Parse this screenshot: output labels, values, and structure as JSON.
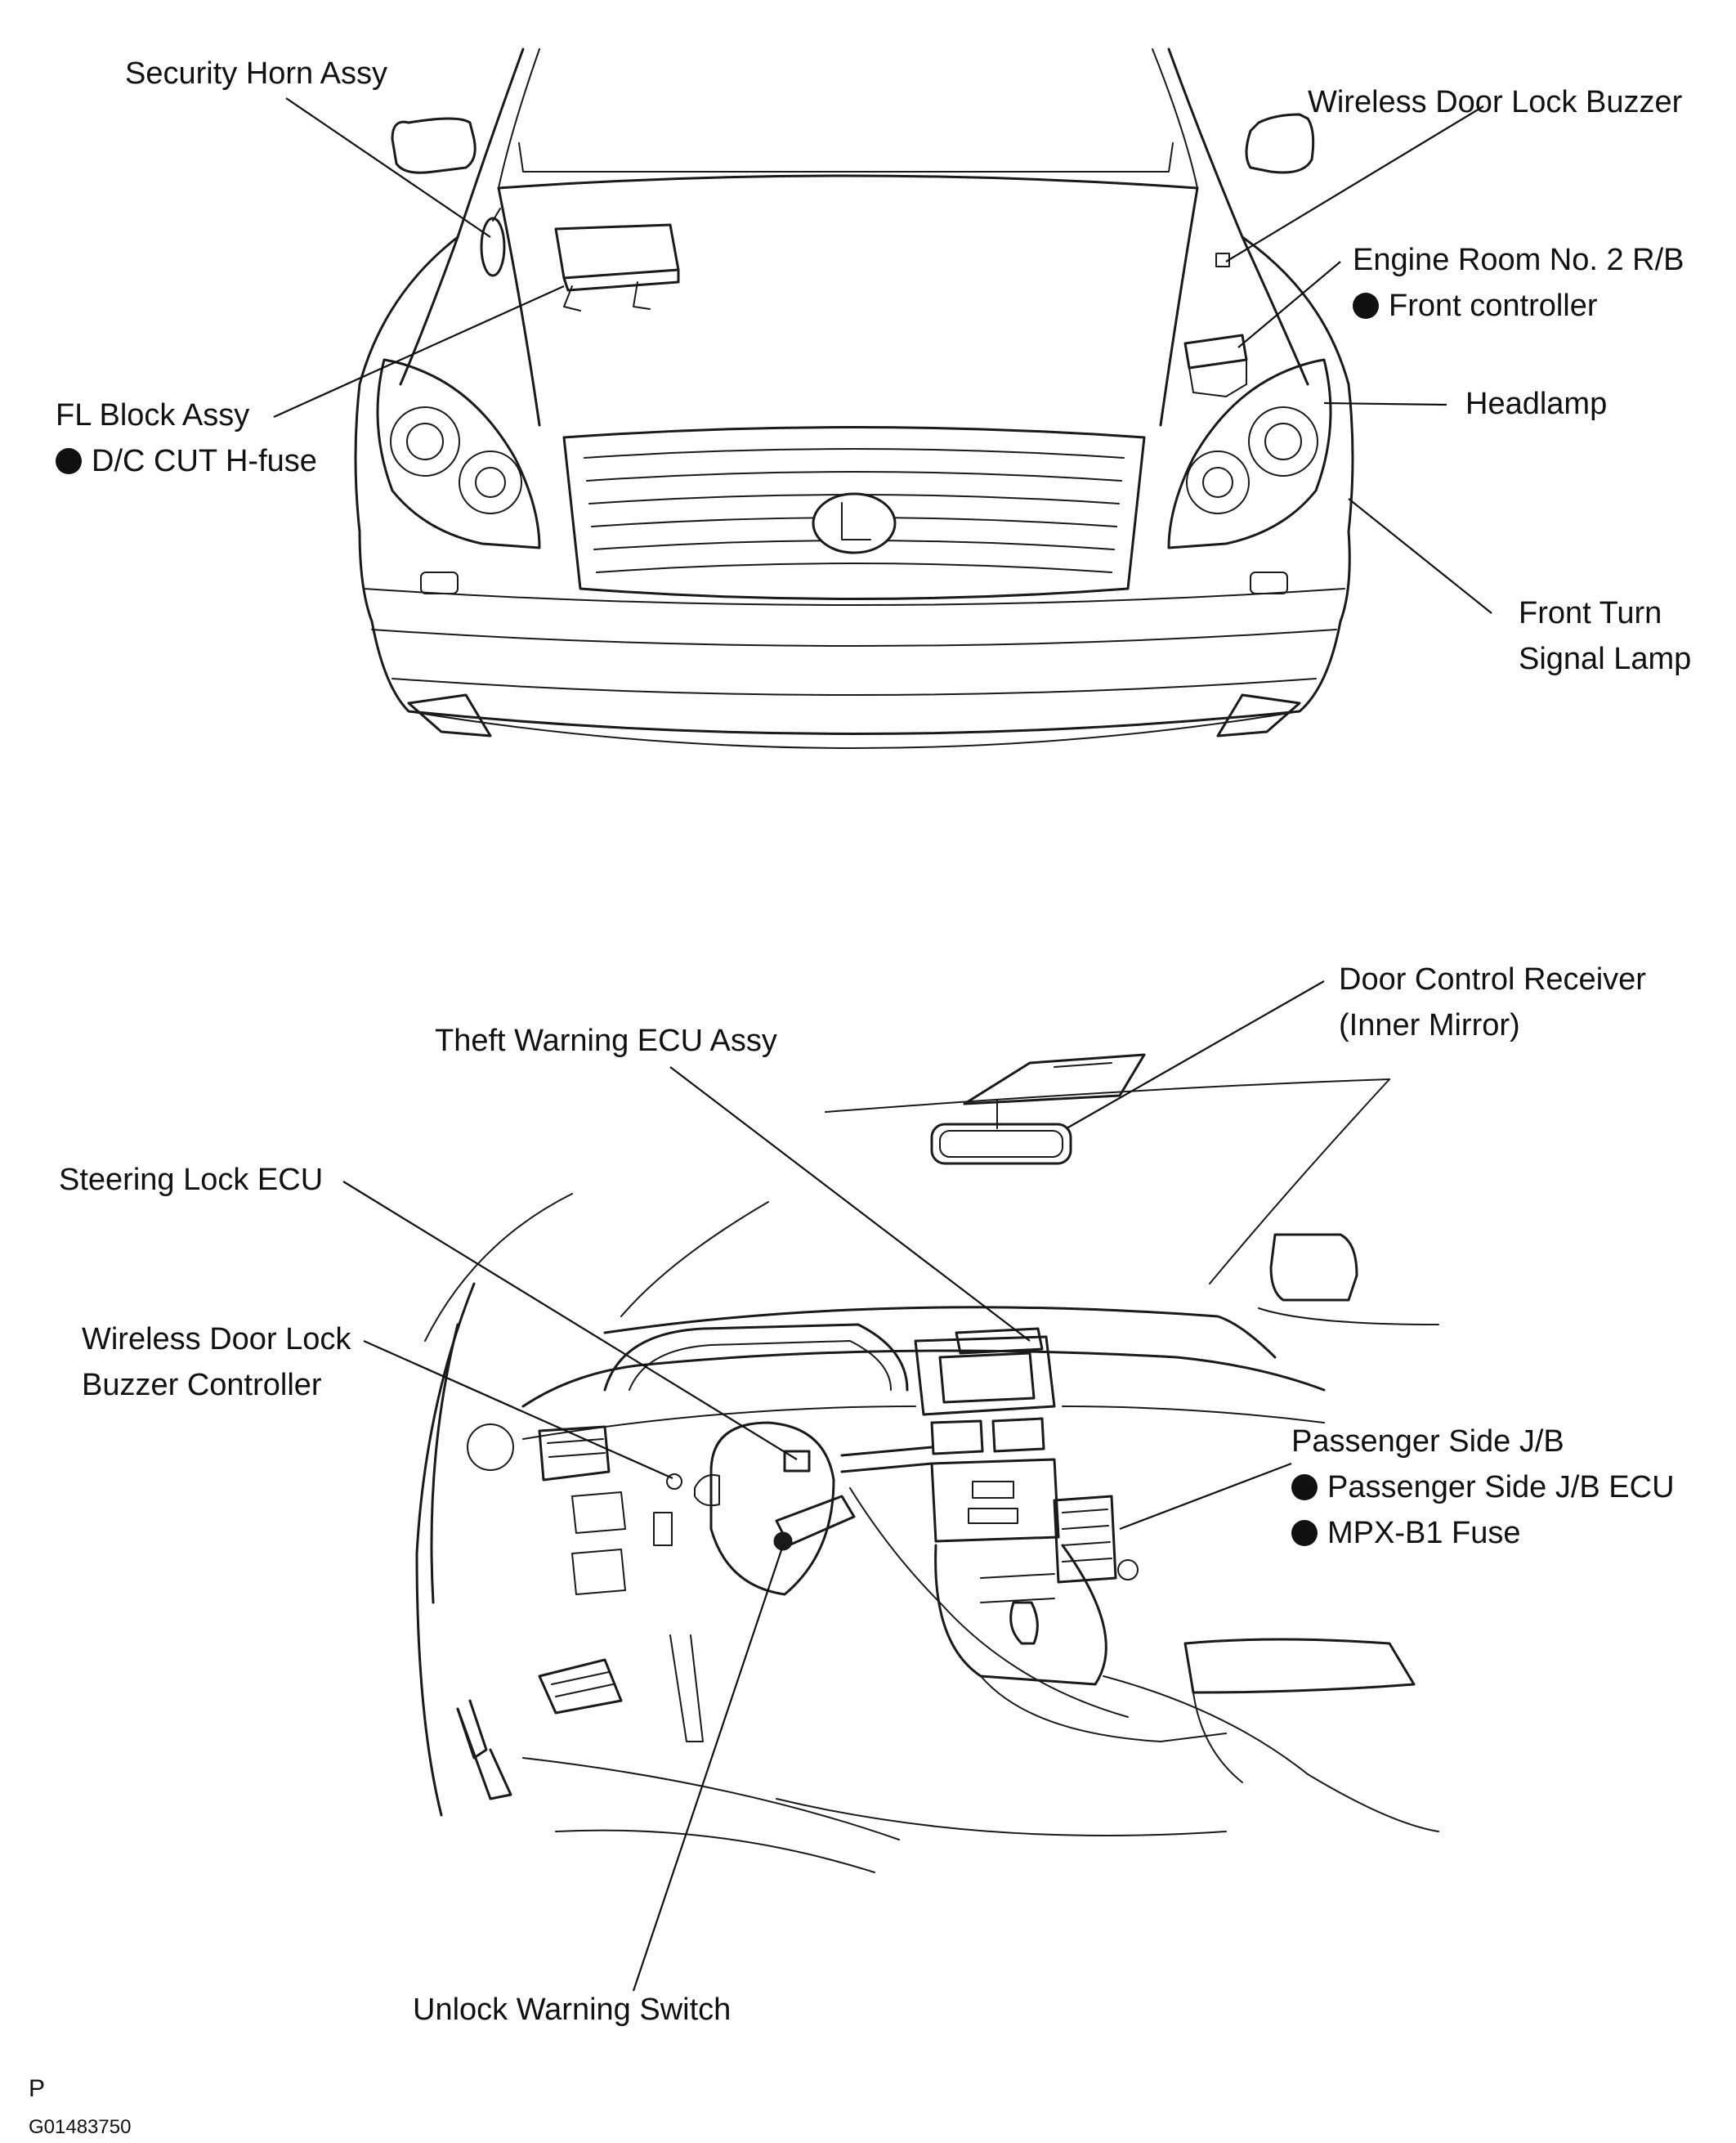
{
  "labels": {
    "security_horn": "Security Horn Assy",
    "wireless_door_lock_buzzer": "Wireless Door Lock Buzzer",
    "engine_room_rb": "Engine Room No. 2 R/B",
    "front_controller": "Front controller",
    "fl_block": "FL Block Assy",
    "dc_cut_fuse": "D/C CUT H-fuse",
    "headlamp": "Headlamp",
    "front_turn_signal_1": "Front Turn",
    "front_turn_signal_2": "Signal Lamp",
    "door_control_receiver_1": "Door Control Receiver",
    "door_control_receiver_2": "(Inner Mirror)",
    "theft_warning_ecu": "Theft Warning ECU Assy",
    "steering_lock_ecu": "Steering Lock ECU",
    "buzzer_controller_1": "Wireless Door Lock",
    "buzzer_controller_2": "Buzzer Controller",
    "passenger_jb": "Passenger Side J/B",
    "passenger_jb_ecu": "Passenger Side J/B ECU",
    "mpx_b1_fuse": "MPX-B1 Fuse",
    "unlock_warning_switch": "Unlock Warning Switch"
  },
  "footer": {
    "code_letter": "P",
    "figure_id": "G01483750"
  }
}
